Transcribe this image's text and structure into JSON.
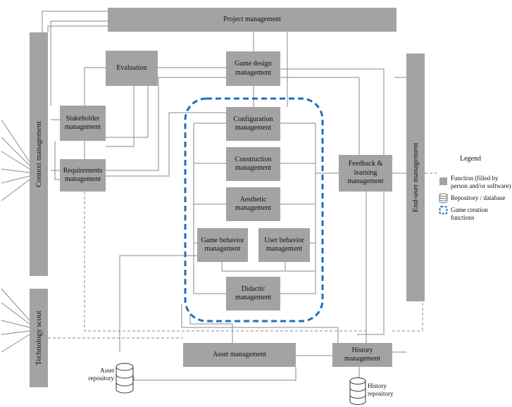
{
  "colors": {
    "box": "#a3a3a3",
    "line": "#8a8a8a",
    "dashed_frame": "#1f6fb8"
  },
  "boxes": {
    "project_management": "Project management",
    "evaluation": "Evaluation",
    "game_design_management": "Game design\nmanagement",
    "stakeholder_management": "Stakeholder\nmanagement",
    "requirements_management": "Requirements\nmanagement",
    "configuration_management": "Configuration\nmanagement",
    "construction_management": "Construction\nmanagement",
    "aesthetic_management": "Aesthetic\nmanagement",
    "game_behavior_management": "Game behavior\nmanagement",
    "user_behavior_management": "User behavior\nmanagement",
    "didactic_management": "Didactic\nmanagement",
    "feedback_learning_management": "Feedback &\nlearning\nmanagement",
    "asset_management": "Asset management",
    "history_management": "History\nmanagement",
    "context_management": "Context management",
    "technology_scout": "Technology scout",
    "end_user_management": "End-user management"
  },
  "repositories": {
    "asset_repository": "Asset\nrepository",
    "history_repository": "History\nrepository"
  },
  "legend": {
    "title": "Legend",
    "function": "Function (filled by\nperson and/or software)",
    "repository": "Repository / database",
    "game_creation": "Game creation functions"
  }
}
